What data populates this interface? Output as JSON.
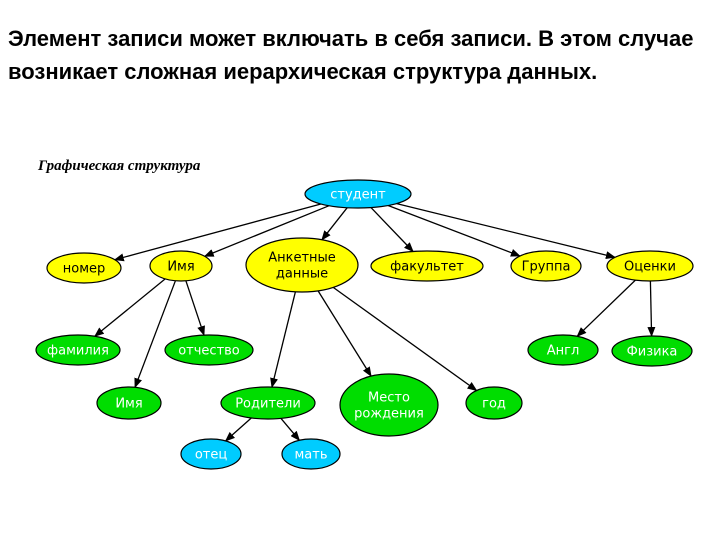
{
  "heading": "Элемент записи может включать в себя записи. В этом случае возникает сложная иерархическая структура данных.",
  "diagram": {
    "title": "Графическая структура",
    "colors": {
      "root": "#00ccff",
      "level1": "#ffff00",
      "level2": "#00dd00",
      "level3": "#00ccff",
      "stroke": "#000000"
    },
    "nodes": [
      {
        "id": "student",
        "label": "студент",
        "level": "root"
      },
      {
        "id": "nomer",
        "label": "номер",
        "level": "level1"
      },
      {
        "id": "imya",
        "label": "Имя",
        "level": "level1"
      },
      {
        "id": "anketnye",
        "label": "Анкетные данные",
        "level": "level1"
      },
      {
        "id": "fakultet",
        "label": "факультет",
        "level": "level1"
      },
      {
        "id": "gruppa",
        "label": "Группа",
        "level": "level1"
      },
      {
        "id": "ocenki",
        "label": "Оценки",
        "level": "level1"
      },
      {
        "id": "familiya",
        "label": "фамилия",
        "level": "level2"
      },
      {
        "id": "otchestvo",
        "label": "отчество",
        "level": "level2"
      },
      {
        "id": "imya2",
        "label": "Имя",
        "level": "level2"
      },
      {
        "id": "roditeli",
        "label": "Родители",
        "level": "level2"
      },
      {
        "id": "mesto",
        "label": "Место рождения",
        "level": "level2"
      },
      {
        "id": "god",
        "label": "год",
        "level": "level2"
      },
      {
        "id": "angl",
        "label": "Англ",
        "level": "level2"
      },
      {
        "id": "fizika",
        "label": "Физика",
        "level": "level2"
      },
      {
        "id": "otec",
        "label": "отец",
        "level": "level3"
      },
      {
        "id": "mat",
        "label": "мать",
        "level": "level3"
      }
    ],
    "edges": [
      [
        "student",
        "nomer"
      ],
      [
        "student",
        "imya"
      ],
      [
        "student",
        "anketnye"
      ],
      [
        "student",
        "fakultet"
      ],
      [
        "student",
        "gruppa"
      ],
      [
        "student",
        "ocenki"
      ],
      [
        "imya",
        "familiya"
      ],
      [
        "imya",
        "otchestvo"
      ],
      [
        "imya",
        "imya2"
      ],
      [
        "anketnye",
        "roditeli"
      ],
      [
        "anketnye",
        "mesto"
      ],
      [
        "anketnye",
        "god"
      ],
      [
        "ocenki",
        "angl"
      ],
      [
        "ocenki",
        "fizika"
      ],
      [
        "roditeli",
        "otec"
      ],
      [
        "roditeli",
        "mat"
      ]
    ]
  }
}
